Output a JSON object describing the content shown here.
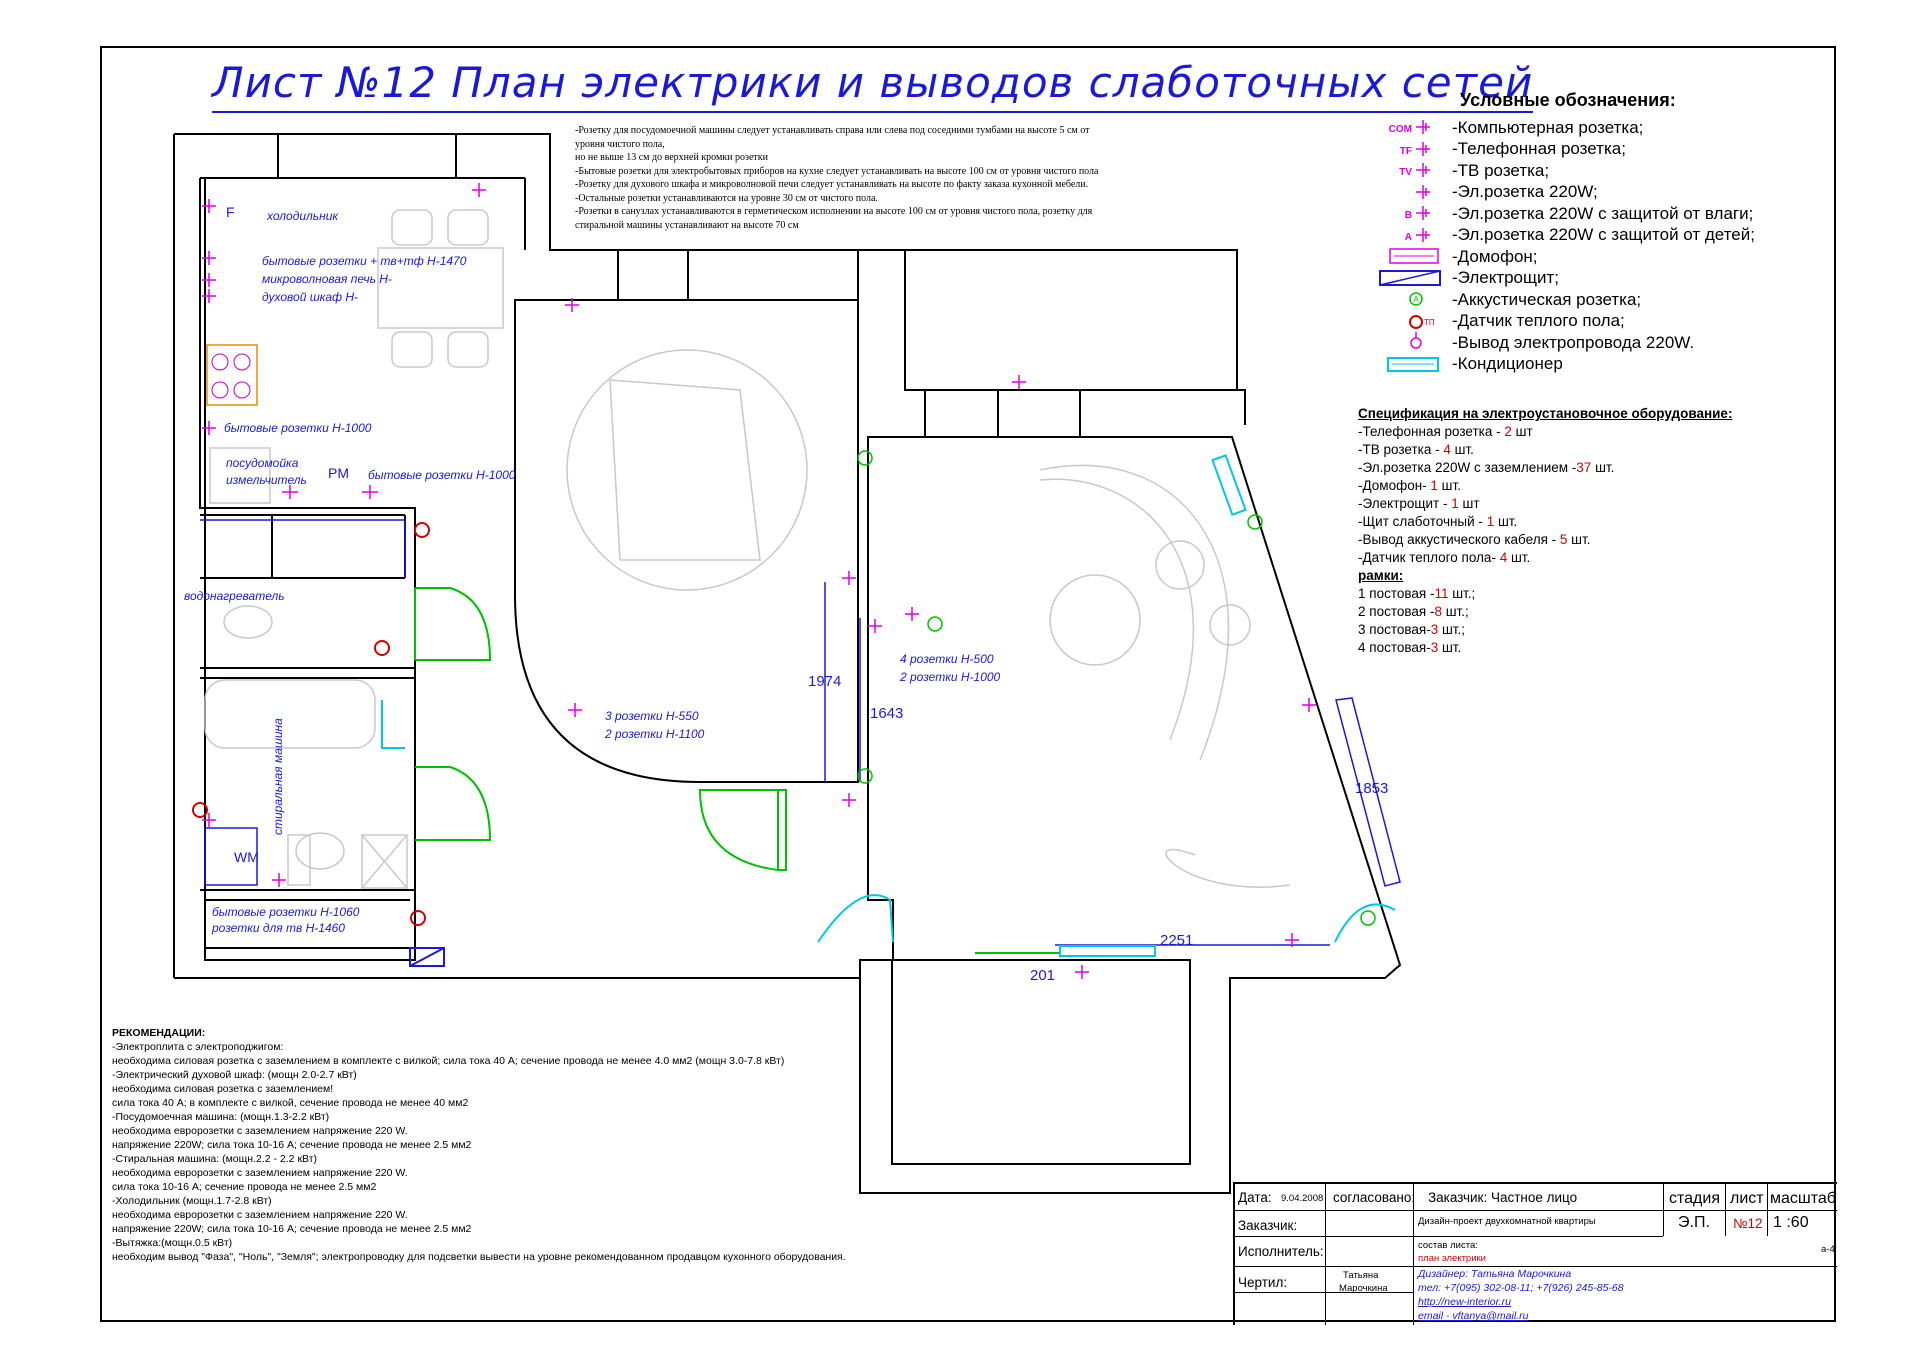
{
  "title": "Лист №12 План электрики и выводов слаботочных сетей",
  "notes": [
    "-Розетку для посудомоечной машины следует устанавливать справа или слева под соседними тумбами на высоте 5 см от",
    "уровня чистого пола,",
    " но не выше 13 см до верхней кромки розетки",
    "-Бытовые розетки для электробытовых приборов на кухне следует устанавливать на высоте 100 см от уровня чистого пола",
    "-Розетку для духового шкафа и микроволновой печи  следует устанавливать на высоте по факту заказа кухонной мебели.",
    "-Остальные розетки устанавливаются на уровне 30 см от чистого пола.",
    "-Розетки в санузлах устанавливаются в герметическом исполнении на высоте 100 см от уровня чистого пола, розетку для",
    "стиральной машины устанавливают на высоте 70 см"
  ],
  "legend": {
    "title": "Условные обозначения:",
    "items": [
      {
        "code": "COM",
        "label": "-Компьютерная розетка;",
        "icon": "computer-socket-icon"
      },
      {
        "code": "TF",
        "label": "-Телефонная розетка;",
        "icon": "phone-socket-icon"
      },
      {
        "code": "TV",
        "label": "-ТВ розетка;",
        "icon": "tv-socket-icon"
      },
      {
        "code": "",
        "label": "-Эл.розетка 220W;",
        "icon": "power-socket-icon"
      },
      {
        "code": "B",
        "label": "-Эл.розетка 220W с защитой от влаги;",
        "icon": "moisture-socket-icon"
      },
      {
        "code": "A",
        "label": "-Эл.розетка 220W с защитой от детей;",
        "icon": "child-safe-socket-icon"
      },
      {
        "code": "",
        "label": "-Домофон;",
        "icon": "intercom-icon"
      },
      {
        "code": "",
        "label": "-Электрощит;",
        "icon": "panel-icon"
      },
      {
        "code": "A",
        "label": "-Аккустическая розетка;",
        "icon": "acoustic-socket-icon"
      },
      {
        "code": "TП",
        "label": "-Датчик теплого пола;",
        "icon": "floor-sensor-icon"
      },
      {
        "code": "",
        "label": "-Вывод электропровода 220W.",
        "icon": "wire-outlet-icon"
      },
      {
        "code": "",
        "label": "-Кондиционер",
        "icon": "air-conditioner-icon"
      }
    ]
  },
  "spec": {
    "title": "Спецификация на электроустановочное оборудование:",
    "items": [
      {
        "label": "-Телефонная розетка - ",
        "count": "2",
        "unit": " шт"
      },
      {
        "label": "-ТВ розетка - ",
        "count": "4",
        "unit": " шт."
      },
      {
        "label": "-Эл.розетка 220W с заземлением -",
        "count": "37",
        "unit": " шт."
      },
      {
        "label": "-Домофон- ",
        "count": "1",
        "unit": " шт."
      },
      {
        "label": "-Электрощит - ",
        "count": "1",
        "unit": " шт"
      },
      {
        "label": "-Щит слаботочный - ",
        "count": "1",
        "unit": " шт."
      },
      {
        "label": "-Вывод аккустического кабеля - ",
        "count": "5",
        "unit": " шт."
      },
      {
        "label": "-Датчик теплого пола- ",
        "count": "4",
        "unit": " шт."
      }
    ],
    "frames_title": "рамки:",
    "frames": [
      {
        "label": "1 постовая -",
        "count": "11",
        "unit": " шт.;"
      },
      {
        "label": "2 постовая -",
        "count": "8",
        "unit": " шт.;"
      },
      {
        "label": "3 постовая-",
        "count": "3",
        "unit": " шт.;"
      },
      {
        "label": "4 постовая-",
        "count": "3",
        "unit": " шт."
      }
    ]
  },
  "recommendations": {
    "title": "РЕКОМЕНДАЦИИ:",
    "lines": [
      "-Электроплита с электроподжигом:",
      "необходима силовая розетка с заземлением в комплекте с вилкой; сила тока 40 А; сечение провода не менее 4.0 мм2 (мощн 3.0-7.8 кВт)",
      "-Электрический духовой шкаф: (мощн 2.0-2.7 кВт)",
      "необходима силовая розетка с заземлением!",
      "сила тока 40 А; в комплекте с вилкой, сечение провода не менее 40 мм2",
      "-Посудомоечная машина: (мощн.1.3-2.2 кВт)",
      "необходима евророзетки с заземлением напряжение 220 W.",
      "напряжение 220W; сила тока 10-16 А; сечение провода не менее 2.5 мм2",
      "-Стиральная машина: (мощн.2.2 - 2.2 кВт)",
      "необходима евророзетки с заземлением напряжение 220 W.",
      "сила тока 10-16 А; сечение провода не менее 2.5 мм2",
      "-Холодильник (мощн.1.7-2.8 кВт)",
      "необходима евророзетки с заземлением напряжение 220 W.",
      "напряжение 220W; сила тока 10-16 А; сечение провода не менее 2.5 мм2",
      "-Вытяжка:(мощн.0.5 кВт)",
      "необходим вывод \"Фаза\", \"Ноль\", \"Земля\"; электропроводку для подсветки вывести на уровне рекомендованном продавцом кухонного оборудования."
    ]
  },
  "plan": {
    "labels": {
      "fridge": "холодильник",
      "f": "F",
      "kitchen1": "бытовые розетки + тв+тф Н-1470",
      "kitchen2": "микроволновая печь Н-",
      "kitchen3": "духовой шкаф Н-",
      "kitchen4": "бытовые розетки Н-1000",
      "dish1": "посудомойка",
      "dish2": "измельчитель",
      "pm": "PM",
      "kitchen5": "бытовые розетки Н-1000",
      "heater": "водонагреватель",
      "washer": "стиральная машина",
      "wm": "WM",
      "hall1": "бытовые розетки Н-1060",
      "hall2": "розетки для тв Н-1460",
      "room1a": "3 розетки Н-550",
      "room1b": "2 розетки Н-1100",
      "room2a": "4 розетки Н-500",
      "room2b": "2 розетки Н-1000",
      "dim1974": "1974",
      "dim1643": "1643",
      "dim1853": "1853",
      "dim2251": "2251",
      "dim201": "201",
      "tp": "ТП"
    }
  },
  "title_block": {
    "date_label": "Дата:",
    "date_value": "9.04.2008",
    "agreed_label": "согласовано:",
    "customer_header": "Заказчик: Частное лицо",
    "stage_label": "стадия",
    "sheet_label": "лист",
    "scale_label": "масштаб",
    "customer_label": "Заказчик:",
    "project": "Дизайн-проект двухкомнатной квартиры",
    "stage_value": "Э.П.",
    "sheet_value": "№12",
    "scale_value": "1 :60",
    "executor_label": "Исполнитель:",
    "content_label": "состав листа:",
    "content_value": "план электрики",
    "format": "а-4",
    "drawn_label": "Чертил:",
    "drawn_name1": "Татьяна",
    "drawn_name2": "Марочкина",
    "designer": "Дизайнер: Татьяна Марочкина",
    "phone": "тел: +7(095) 302-08-11; +7(926) 245-85-68",
    "site": "http://new-interior.ru",
    "email": "email - vftanya@mail.ru"
  },
  "colors": {
    "ink": "#000000",
    "blue": "#1a1ad6",
    "magenta": "#e000e0",
    "green": "#00c000",
    "red": "#d00000",
    "cyan": "#00c8e0",
    "furniture": "#c8c8c8"
  }
}
